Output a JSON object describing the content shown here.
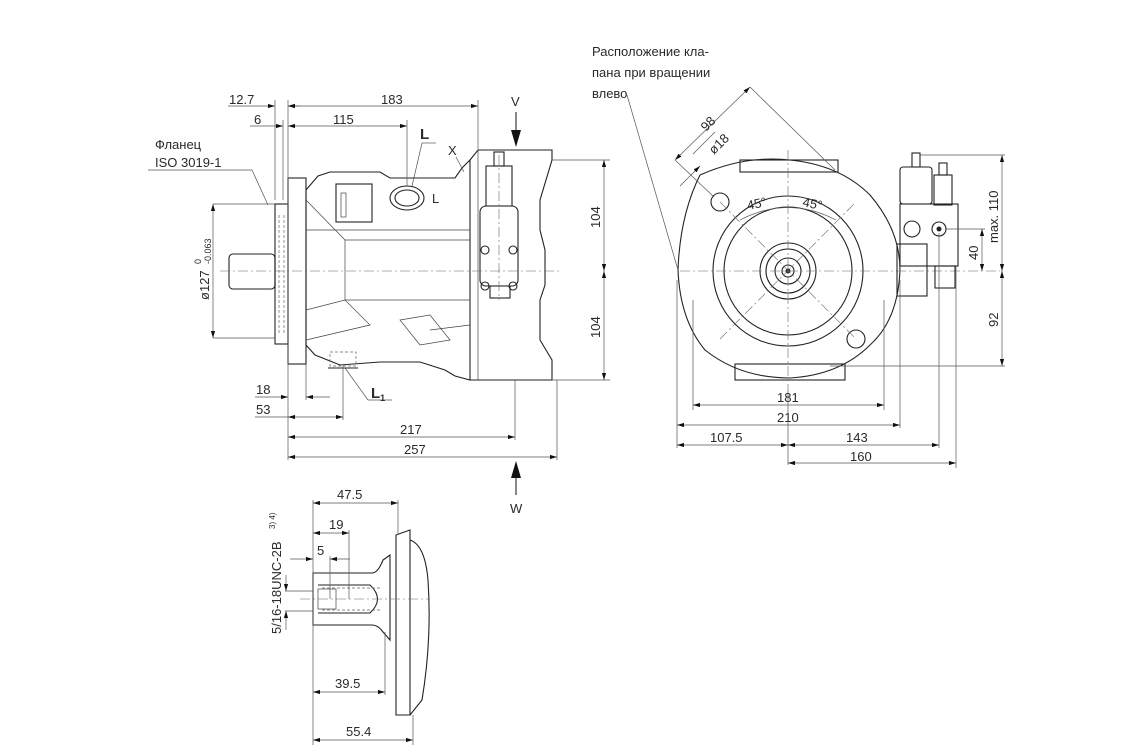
{
  "drawing": {
    "side_view": {
      "flange_label_line1": "Фланец",
      "flange_label_line2": "ISO 3019-1",
      "dims": {
        "d12_7": "12.7",
        "d183": "183",
        "d6": "6",
        "d115": "115",
        "d104_top": "104",
        "d104_bottom": "104",
        "d18": "18",
        "d53": "53",
        "d217": "217",
        "d257": "257",
        "diameter_main": "ø127",
        "tol_upper": "0",
        "tol_lower": "-0.063"
      },
      "port_labels": {
        "L_bold": "L",
        "L_small": "L",
        "X": "X",
        "L1_main": "L",
        "L1_sub": "1"
      },
      "view_arrows": {
        "V": "V",
        "W": "W"
      }
    },
    "front_view": {
      "note_line1": "Расположение кла-",
      "note_line2": "пана при вращении",
      "note_line3": "влево",
      "dims": {
        "d98": "98",
        "d18": "ø18",
        "angle_left": "45°",
        "angle_right": "45°",
        "max110": "max. 110",
        "d40": "40",
        "d92": "92",
        "d181": "181",
        "d210": "210",
        "d107_5": "107.5",
        "d143": "143",
        "d160": "160"
      }
    },
    "detail_view": {
      "thread_label": "5/16-18UNC-2B",
      "thread_sup": "3) 4)",
      "dims": {
        "d47_5": "47.5",
        "d19": "19",
        "d5": "5",
        "d39_5": "39.5",
        "d55_4": "55.4"
      }
    }
  }
}
